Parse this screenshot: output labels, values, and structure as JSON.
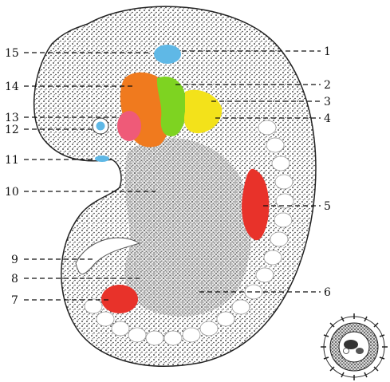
{
  "diagram": {
    "labels_left": [
      {
        "text": "15",
        "color": "#111111"
      },
      {
        "text": "14",
        "color": "#111111"
      },
      {
        "text": "13",
        "color": "#111111"
      },
      {
        "text": "12",
        "color": "#111111"
      },
      {
        "text": "11",
        "color": "#111111"
      },
      {
        "text": "10",
        "color": "#111111"
      },
      {
        "text": "9",
        "color": "#111111"
      },
      {
        "text": "8",
        "color": "#111111"
      },
      {
        "text": "7",
        "color": "#111111"
      }
    ],
    "labels_right": [
      {
        "text": "1"
      },
      {
        "text": "2"
      },
      {
        "text": "3"
      },
      {
        "text": "4"
      },
      {
        "text": "5"
      },
      {
        "text": "6"
      }
    ],
    "colors": {
      "blue": "#5fb8e6",
      "orange": "#f07a1e",
      "green": "#7ed321",
      "yellow": "#f3e21a",
      "pink": "#ef5a78",
      "red": "#e8322a",
      "stipple": "#222222"
    }
  }
}
